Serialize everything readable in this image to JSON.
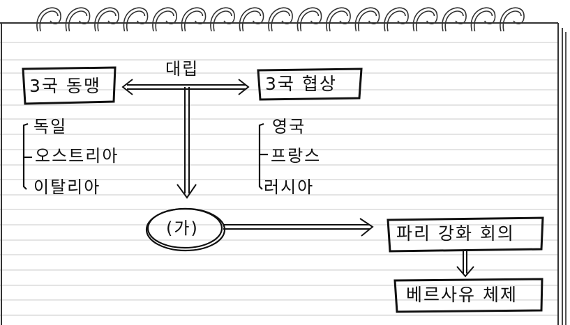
{
  "diagram": {
    "left_box": "3국 동맹",
    "right_box": "3국 협상",
    "conflict_label": "대립",
    "left_members": [
      "독일",
      "오스트리아",
      "이탈리아"
    ],
    "right_members": [
      "영국",
      "프랑스",
      "러시아"
    ],
    "center_node": "(가)",
    "conference": "파리 강화 회의",
    "system": "베르사유 체제"
  }
}
